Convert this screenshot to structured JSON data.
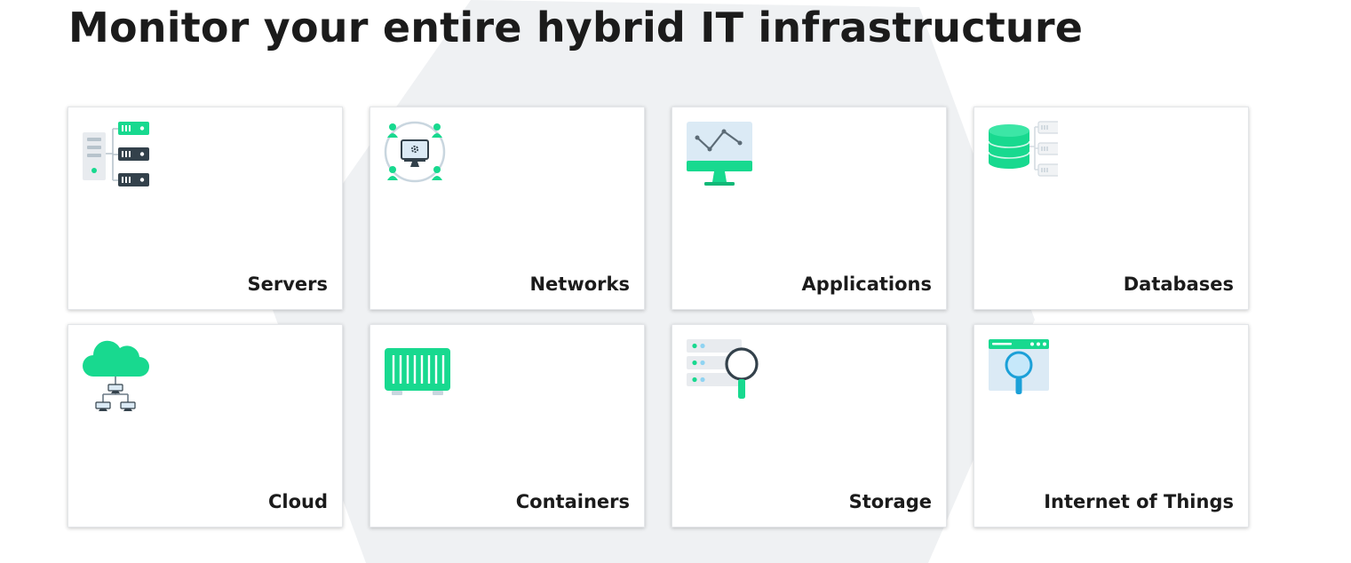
{
  "heading": "Monitor your entire hybrid IT infrastructure",
  "colors": {
    "accent": "#18d98f",
    "accent_dark": "#10b877",
    "dark": "#33414b",
    "light_blue": "#dbeaf5",
    "panel_gray": "#e8ebef",
    "background_shape": "#eff1f3"
  },
  "cards": [
    {
      "label": "Servers",
      "icon": "servers-icon"
    },
    {
      "label": "Networks",
      "icon": "networks-icon"
    },
    {
      "label": "Applications",
      "icon": "applications-icon"
    },
    {
      "label": "Databases",
      "icon": "databases-icon"
    },
    {
      "label": "Cloud",
      "icon": "cloud-icon"
    },
    {
      "label": "Containers",
      "icon": "containers-icon"
    },
    {
      "label": "Storage",
      "icon": "storage-icon"
    },
    {
      "label": "Internet of Things",
      "icon": "internet-of-things-icon"
    }
  ]
}
